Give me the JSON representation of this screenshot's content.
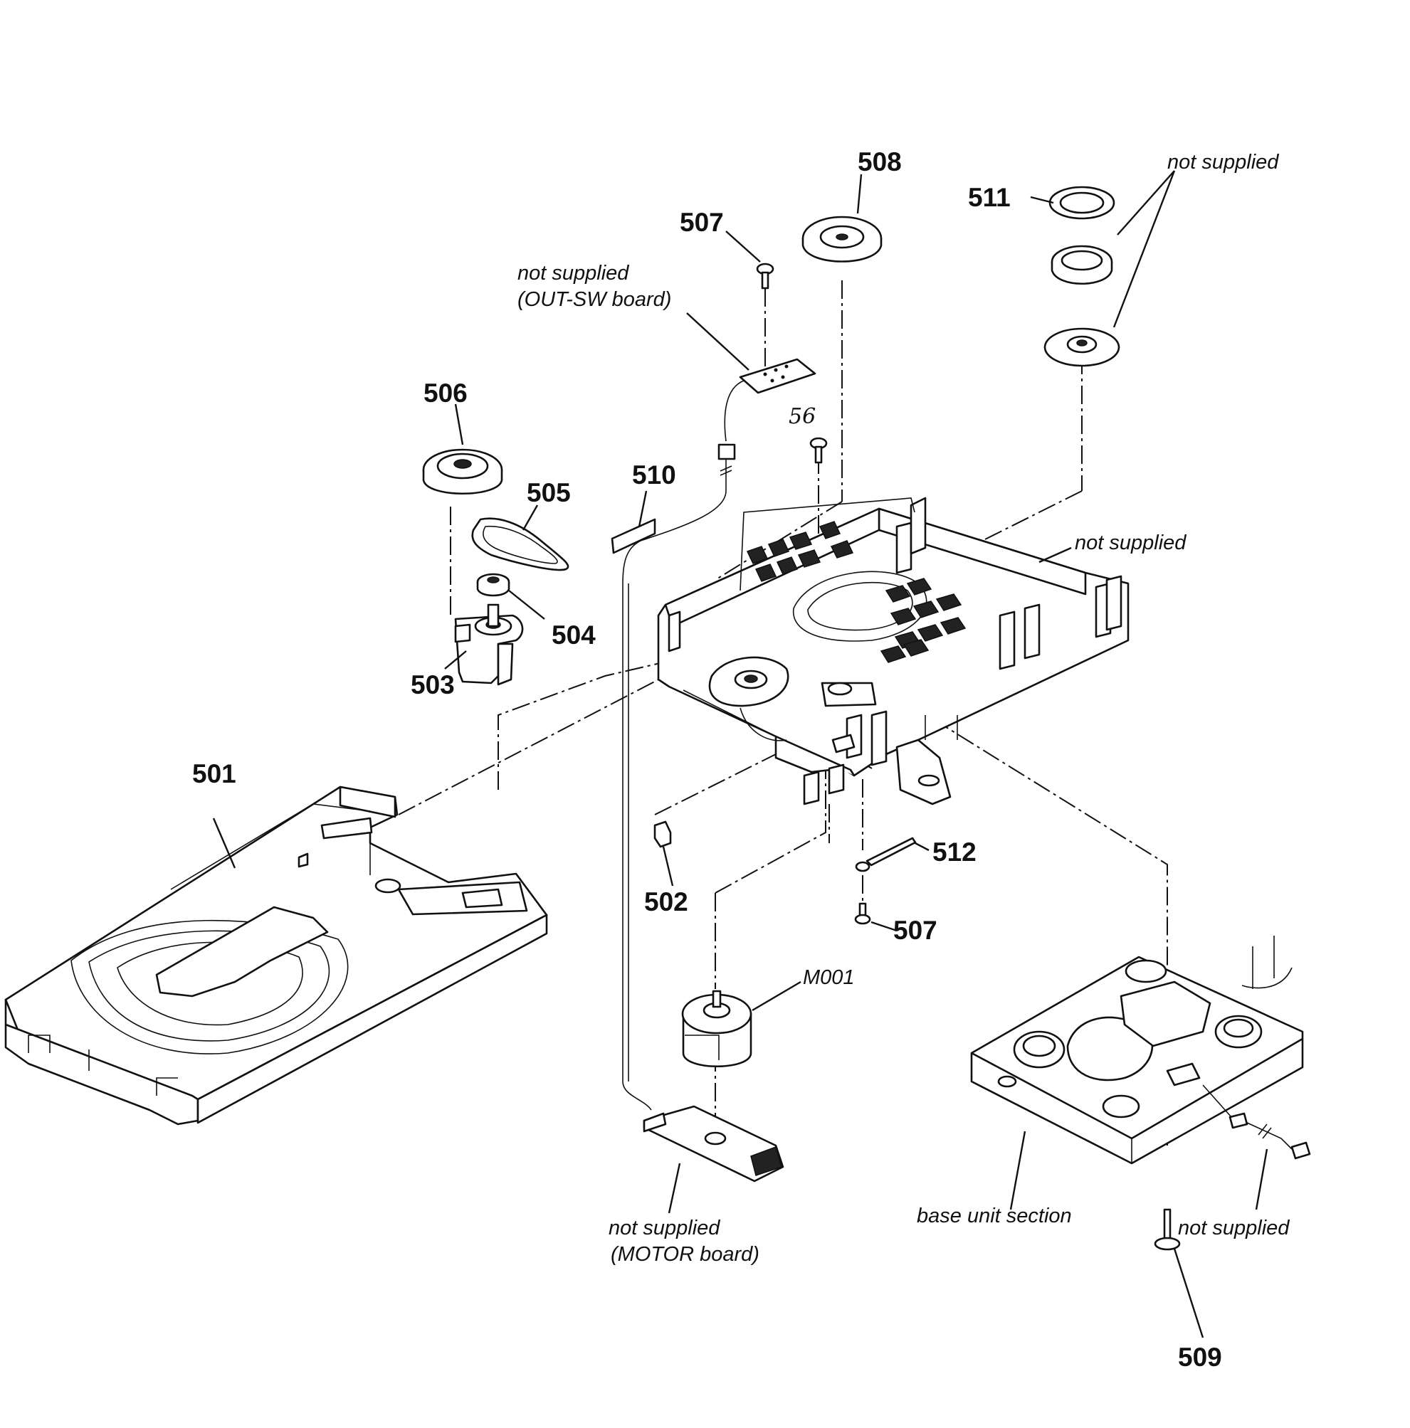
{
  "labels": {
    "p501": "501",
    "p502": "502",
    "p503": "503",
    "p504": "504",
    "p505": "505",
    "p506": "506",
    "p507_top": "507",
    "p507_bottom": "507",
    "p508": "508",
    "p509": "509",
    "p510": "510",
    "p511": "511",
    "p512": "512",
    "m001": "M001",
    "handwritten": "56"
  },
  "notes": {
    "not_supplied_top_right": "not supplied",
    "out_sw_line1": "not supplied",
    "out_sw_line2": "(OUT-SW board)",
    "chassis": "not supplied",
    "motor_line1": "not supplied",
    "motor_line2": "(MOTOR board)",
    "base_unit": "base unit section",
    "cable": "not supplied"
  }
}
